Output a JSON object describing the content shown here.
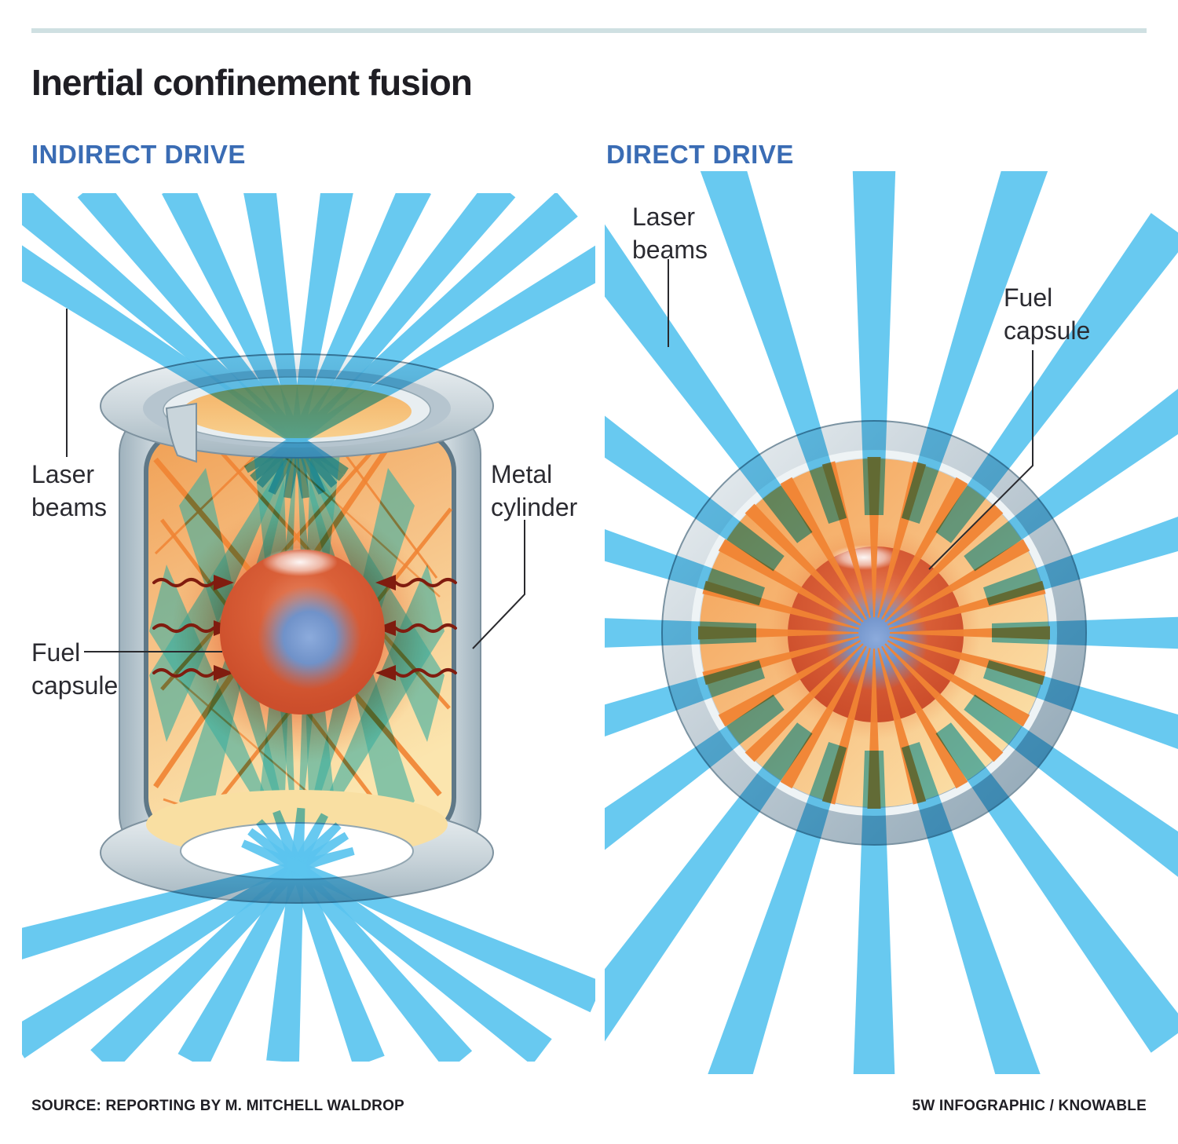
{
  "title": "Inertial confinement fusion",
  "sections": {
    "indirect": {
      "header": "INDIRECT DRIVE",
      "labels": {
        "laser_beams": "Laser beams",
        "fuel_capsule": "Fuel capsule",
        "metal_cylinder": "Metal cylinder"
      }
    },
    "direct": {
      "header": "DIRECT DRIVE",
      "labels": {
        "laser_beams": "Laser beams",
        "fuel_capsule": "Fuel capsule"
      }
    }
  },
  "footer": {
    "source": "SOURCE: REPORTING BY M. MITCHELL WALDROP",
    "credit": "5W INFOGRAPHIC / KNOWABLE"
  },
  "colors": {
    "top_rule": "#cfe0e2",
    "title_text": "#1f1e24",
    "header_text": "#3a6cb4",
    "label_text": "#2b2b31",
    "pointer_line": "#2a2a2e",
    "laser_beam_blue": "#5bc4ef",
    "interior_beam_teal": "#3fae9f",
    "interior_orange": "#f0a055",
    "interior_pale": "#fbe5ae",
    "hot_glow_red": "#e04823",
    "capsule_red": "#d5552f",
    "capsule_core_blue": "#7092c9",
    "metal_gray": "#c5d1d8",
    "metal_edge": "#7e929f",
    "ray_orange": "#f08434",
    "xray_arrow_red": "#801c0f"
  }
}
